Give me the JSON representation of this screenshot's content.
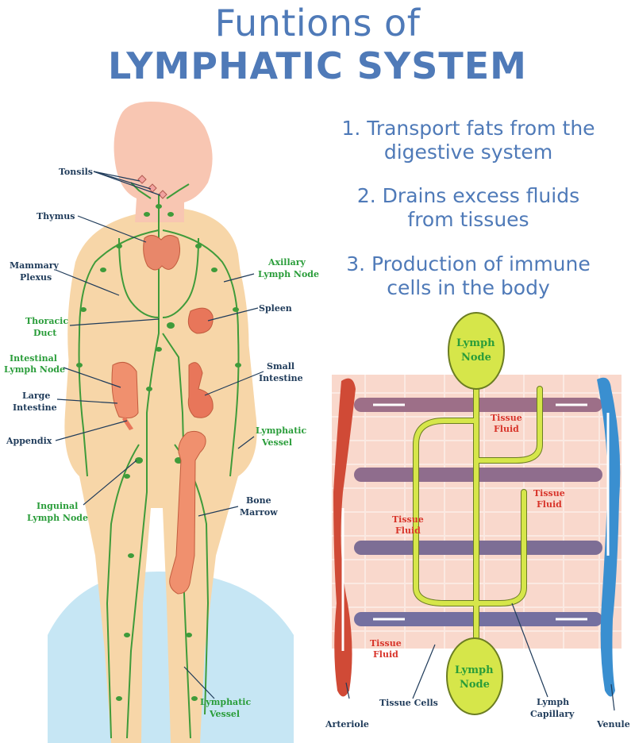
{
  "title": {
    "line1": "Funtions of",
    "line2": "LYMPHATIC SYSTEM"
  },
  "functions": [
    {
      "line1": "1. Transport fats from the",
      "line2": "digestive system"
    },
    {
      "line1": "2. Drains excess fluids",
      "line2": "from tissues"
    },
    {
      "line1": "3. Production of immune",
      "line2": "cells in the body"
    }
  ],
  "body_labels": {
    "tonsils": "Tonsils",
    "thymus": "Thymus",
    "mammary_1": "Mammary",
    "mammary_2": "Plexus",
    "thoracic_1": "Thoracic",
    "thoracic_2": "Duct",
    "intestinal_1": "Intestinal",
    "intestinal_2": "Lymph Node",
    "large_1": "Large",
    "large_2": "Intestine",
    "appendix": "Appendix",
    "inguinal_1": "Inguinal",
    "inguinal_2": "Lymph Node",
    "axillary_1": "Axillary",
    "axillary_2": "Lymph Node",
    "spleen": "Spleen",
    "small_1": "Small",
    "small_2": "Intestine",
    "vessel_1": "Lymphatic",
    "vessel_2": "Vessel",
    "bone_1": "Bone",
    "bone_2": "Marrow",
    "vessel_low_1": "Lymphatic",
    "vessel_low_2": "Vessel"
  },
  "capillary_labels": {
    "node_top_1": "Lymph",
    "node_top_2": "Node",
    "node_bottom_1": "Lymph",
    "node_bottom_2": "Node",
    "tf_a_1": "Tissue",
    "tf_a_2": "Fluid",
    "tf_b_1": "Tissue",
    "tf_b_2": "Fluid",
    "tf_c_1": "Tissue",
    "tf_c_2": "Fluid",
    "tf_d_1": "Tissue",
    "tf_d_2": "Fluid",
    "arteriole": "Arteriole",
    "tissue_cells": "Tissue Cells",
    "capillary_1": "Lymph",
    "capillary_2": "Capillary",
    "venule": "Venule"
  },
  "colors": {
    "title": "#4f7ab8",
    "skin": "#f7d6a8",
    "head": "#f8c6b2",
    "lymph_green": "#3f9b3a",
    "artery_red": "#d04a36",
    "vein_blue": "#3a8fd0",
    "capillary_yellow": "#d6e64a",
    "ground_blue": "#c6e6f4"
  }
}
